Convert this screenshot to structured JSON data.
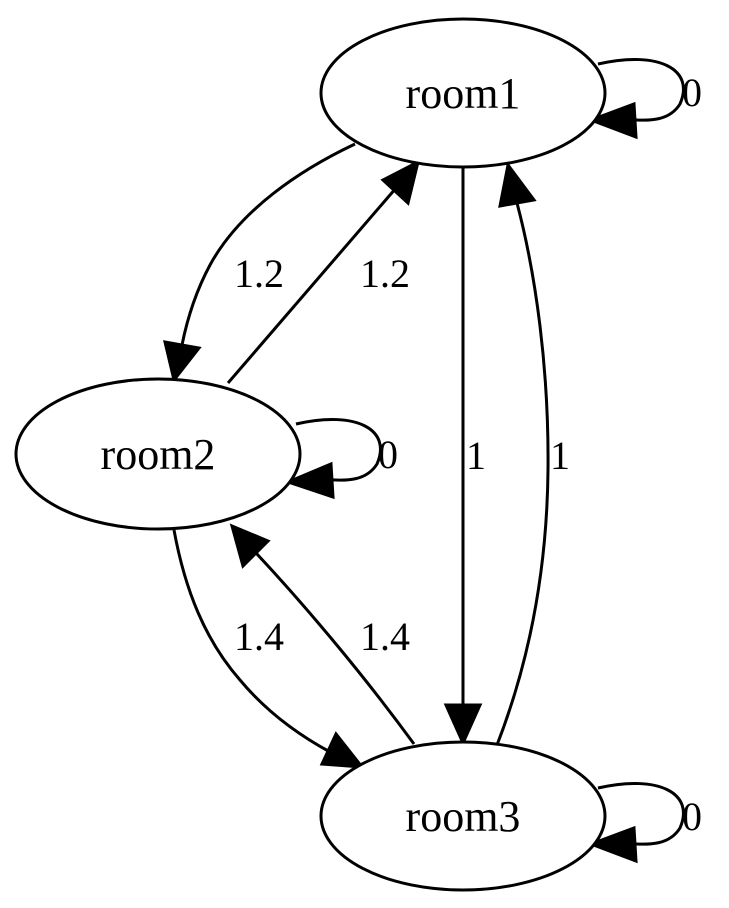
{
  "nodes": {
    "room1": "room1",
    "room2": "room2",
    "room3": "room3"
  },
  "edges": {
    "room1_room1": "0",
    "room1_room2": "1.2",
    "room2_room1": "1.2",
    "room1_room3": "1",
    "room3_room1": "1",
    "room2_room2": "0",
    "room2_room3": "1.4",
    "room3_room2": "1.4",
    "room3_room3": "0"
  }
}
